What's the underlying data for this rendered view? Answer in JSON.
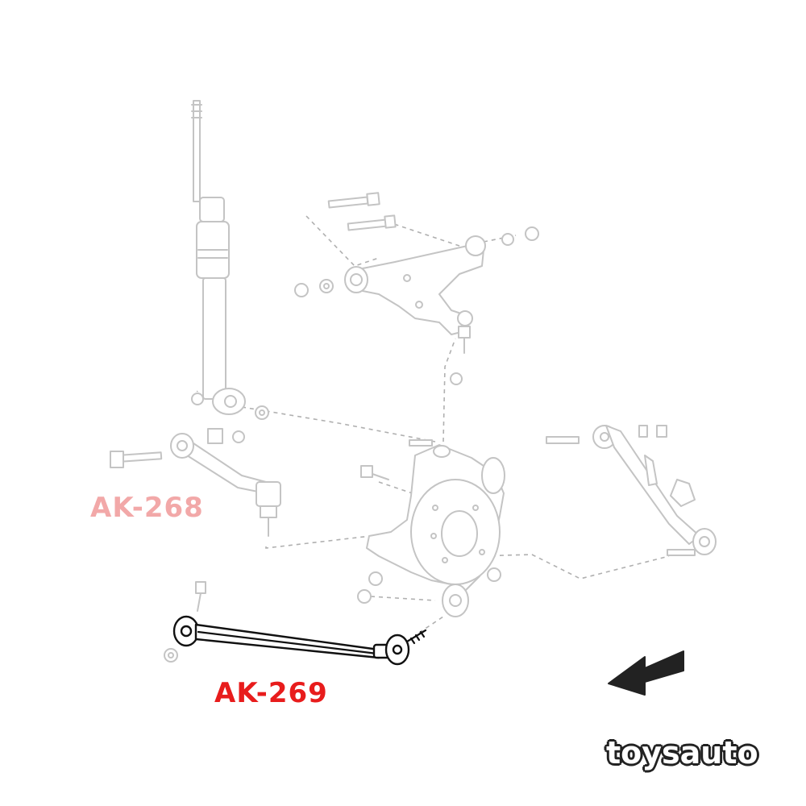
{
  "labels": {
    "part_268": "AK-268",
    "part_269": "AK-269"
  },
  "brand": {
    "logo_text": "toysauto"
  },
  "colors": {
    "part_268": "#f2a8a8",
    "part_269": "#e81c1c",
    "faded_lines": "#c4c4c4",
    "highlight_lines": "#111111",
    "arrow": "#222222"
  },
  "icons": {
    "direction": "front-direction-arrow-icon"
  }
}
